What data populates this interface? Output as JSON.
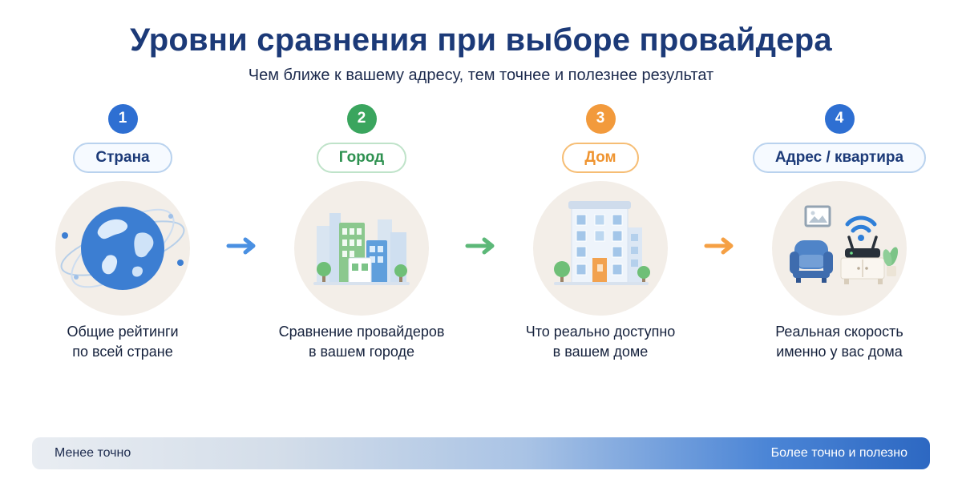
{
  "title": "Уровни сравнения при выборе провайдера",
  "subtitle": "Чем ближе к вашему адресу, тем точнее и полезнее результат",
  "steps": [
    {
      "number": "1",
      "label": "Страна",
      "color": "#2e6fd2",
      "illustration": "globe-icon",
      "caption_line1": "Общие рейтинги",
      "caption_line2": "по всей стране"
    },
    {
      "number": "2",
      "label": "Город",
      "color": "#3aa55e",
      "illustration": "city-buildings-icon",
      "caption_line1": "Сравнение провайдеров",
      "caption_line2": "в вашем городе"
    },
    {
      "number": "3",
      "label": "Дом",
      "color": "#f29a3c",
      "illustration": "apartment-building-icon",
      "caption_line1": "Что реально доступно",
      "caption_line2": "в вашем доме"
    },
    {
      "number": "4",
      "label": "Адрес / квартира",
      "color": "#2e6fd2",
      "illustration": "home-interior-icon",
      "caption_line1": "Реальная скорость",
      "caption_line2": "именно у вас дома"
    }
  ],
  "arrows": [
    {
      "name": "arrow-country-to-city",
      "color": "#4a90e2"
    },
    {
      "name": "arrow-city-to-house",
      "color": "#5cb878"
    },
    {
      "name": "arrow-house-to-address",
      "color": "#f5a044"
    }
  ],
  "scale_bar": {
    "left_label": "Менее точно",
    "right_label": "Более точно и полезно",
    "gradient_start": "#e9edf2",
    "gradient_end": "#2d68c2"
  }
}
